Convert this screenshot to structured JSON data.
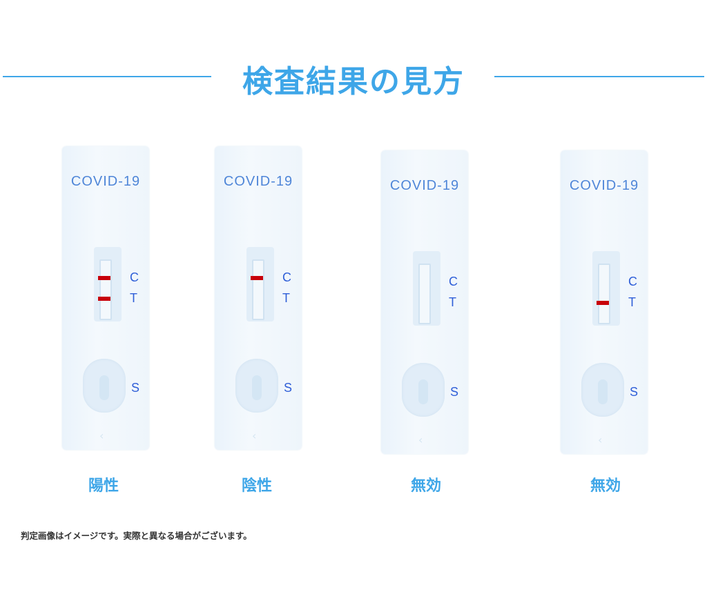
{
  "title": "検査結果の見方",
  "accent": "#3ea6e8",
  "cards": [
    {
      "brand": "COVID-19",
      "c": "C",
      "t": "T",
      "s": "S",
      "result": "陽性",
      "c_line": true,
      "t_line": true
    },
    {
      "brand": "COVID-19",
      "c": "C",
      "t": "T",
      "s": "S",
      "result": "陰性",
      "c_line": true,
      "t_line": false
    },
    {
      "brand": "COVID-19",
      "c": "C",
      "t": "T",
      "s": "S",
      "result": "無効",
      "c_line": false,
      "t_line": false
    },
    {
      "brand": "COVID-19",
      "c": "C",
      "t": "T",
      "s": "S",
      "result": "無効",
      "c_line": false,
      "t_line": true
    }
  ],
  "note": "判定画像はイメージです。実際と異なる場合がございます。"
}
